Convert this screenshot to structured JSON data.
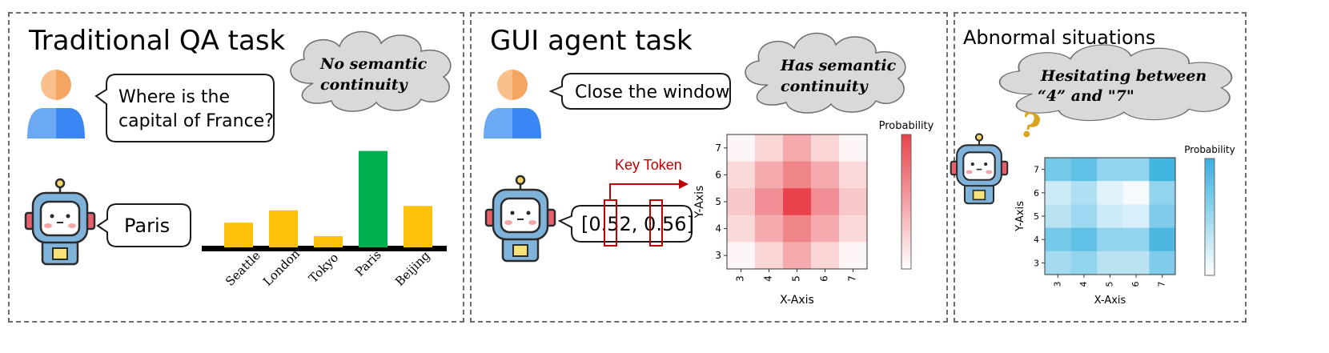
{
  "panels": {
    "qa": {
      "title": "Traditional QA task",
      "cloud_text": [
        "No semantic",
        "continuity"
      ],
      "question": [
        "Where   is   the",
        "capital of France?"
      ],
      "answer": "Paris"
    },
    "gui": {
      "title": "GUI agent task",
      "cloud_text": [
        "Has semantic",
        "continuity"
      ],
      "instruction": "Close the window",
      "key_token_label": "Key Token",
      "answer": "[0.52, 0.56]"
    },
    "abnormal": {
      "title": "Abnormal situations",
      "cloud_text": [
        "Hesitating  between",
        "“4” and \"7\""
      ],
      "question_mark": "?"
    }
  },
  "colors": {
    "bar_default": "#FDC10A",
    "bar_highlight": "#00B050",
    "baseline": "#000000",
    "user_light": "#F9C08D",
    "user_dark": "#F4A561",
    "user_body_light": "#6BA9F5",
    "user_body_dark": "#3A86F2",
    "heat_red": "#E8434B",
    "heat_blue": "#38B0DE",
    "key_token": "#C00000",
    "question_mark": "#D9A520"
  },
  "chart_data": [
    {
      "type": "bar",
      "categories": [
        "Seattle",
        "London",
        "Tokyo",
        "Paris",
        "Beijing"
      ],
      "values": [
        0.22,
        0.33,
        0.1,
        0.86,
        0.37
      ],
      "highlight": "Paris"
    },
    {
      "type": "heatmap",
      "x": [
        3,
        4,
        5,
        6,
        7
      ],
      "y": [
        7,
        6,
        5,
        4,
        3
      ],
      "xlabel": "X-Axis",
      "ylabel": "Y-Axis",
      "colorbar_label": "Probability",
      "color": "red",
      "values": [
        [
          0.05,
          0.22,
          0.45,
          0.22,
          0.05
        ],
        [
          0.2,
          0.45,
          0.65,
          0.45,
          0.2
        ],
        [
          0.3,
          0.6,
          1.0,
          0.6,
          0.3
        ],
        [
          0.2,
          0.45,
          0.65,
          0.45,
          0.2
        ],
        [
          0.05,
          0.22,
          0.45,
          0.22,
          0.05
        ]
      ]
    },
    {
      "type": "heatmap",
      "x": [
        3,
        4,
        5,
        6,
        7
      ],
      "y": [
        7,
        6,
        5,
        4,
        3
      ],
      "xlabel": "X-Axis",
      "ylabel": "Y-Axis",
      "colorbar_label": "Probability",
      "color": "blue",
      "values": [
        [
          0.7,
          0.8,
          0.55,
          0.55,
          0.95
        ],
        [
          0.25,
          0.4,
          0.15,
          0.05,
          0.55
        ],
        [
          0.35,
          0.5,
          0.25,
          0.2,
          0.65
        ],
        [
          0.7,
          0.8,
          0.55,
          0.55,
          0.9
        ],
        [
          0.45,
          0.55,
          0.35,
          0.35,
          0.65
        ]
      ]
    }
  ]
}
